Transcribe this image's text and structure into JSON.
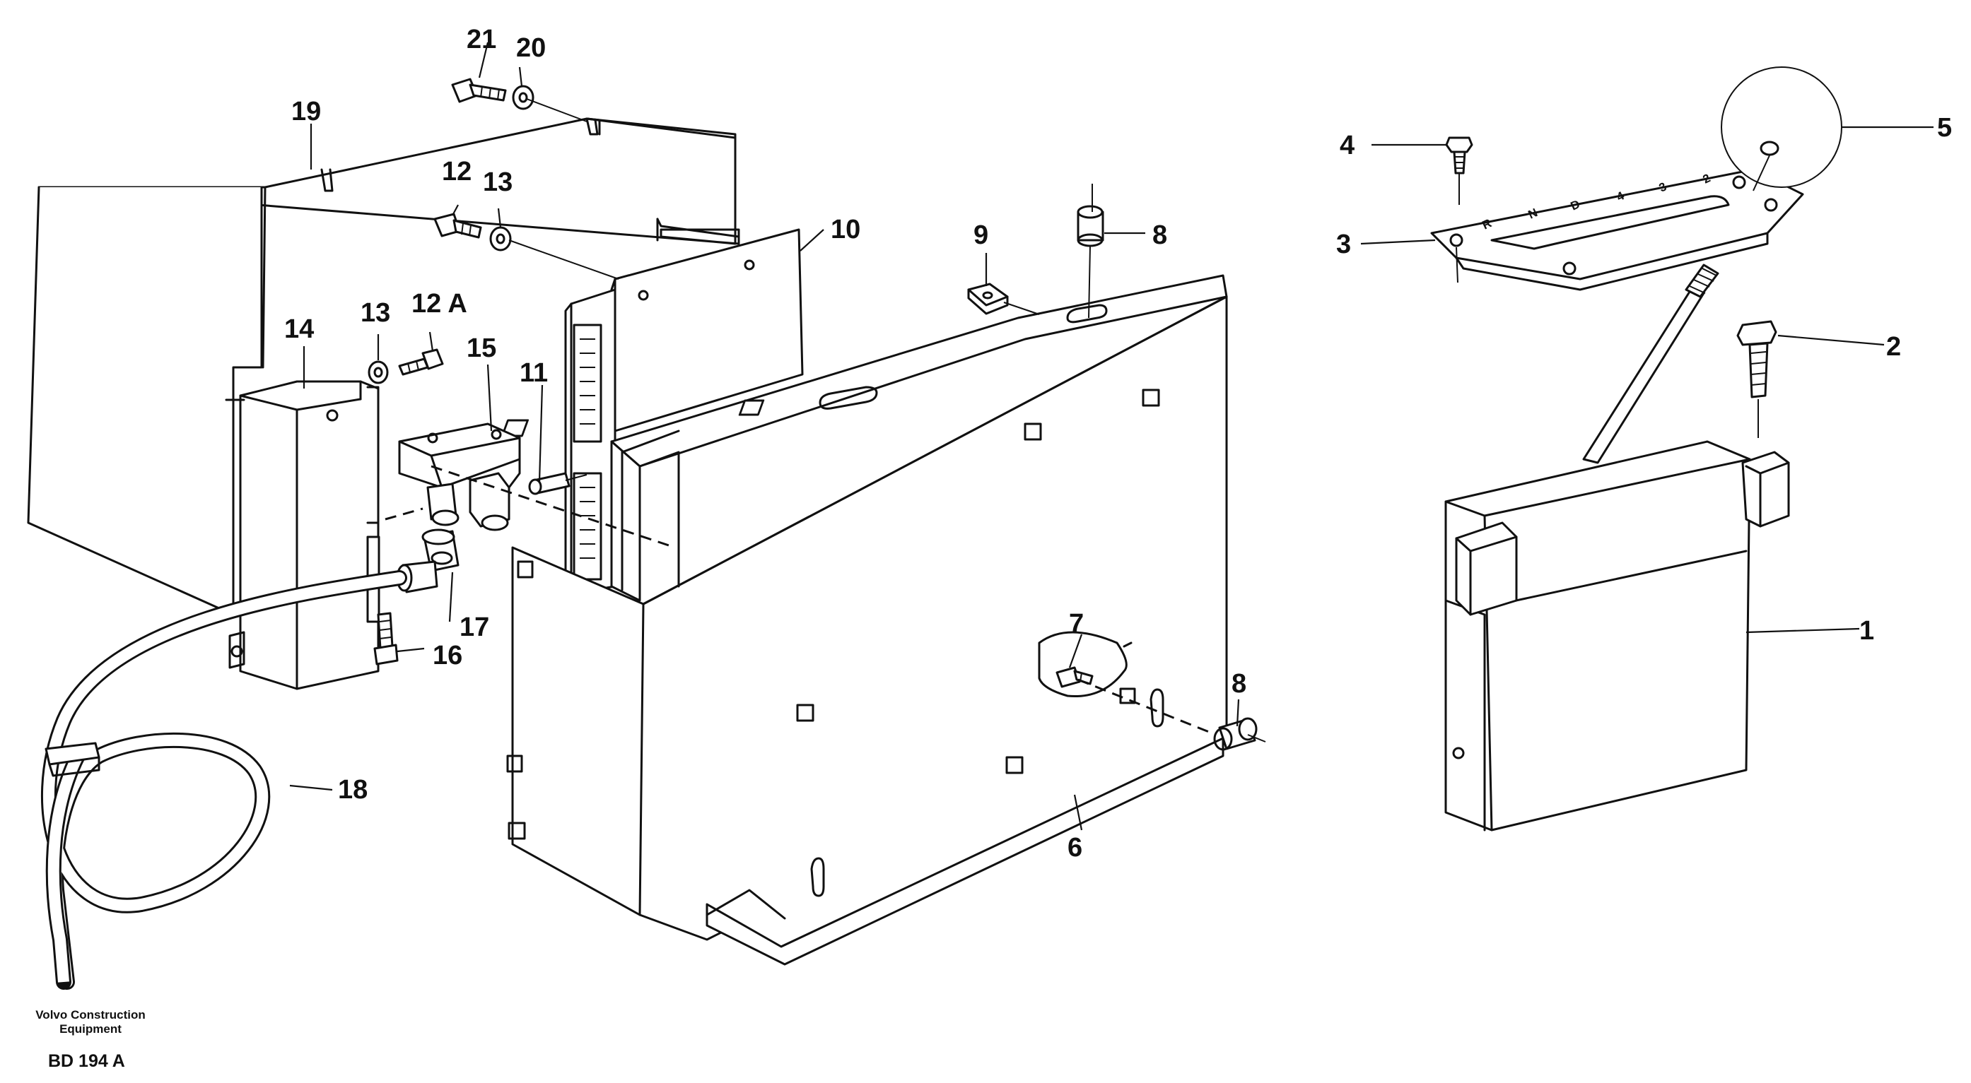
{
  "labels": {
    "l1": "1",
    "l2": "2",
    "l3": "3",
    "l4": "4",
    "l5": "5",
    "l6": "6",
    "l7": "7",
    "l8a": "8",
    "l8b": "8",
    "l9": "9",
    "l10": "10",
    "l11": "11",
    "l12": "12",
    "l12a": "12 A",
    "l13a": "13",
    "l13b": "13",
    "l14": "14",
    "l15": "15",
    "l16": "16",
    "l17": "17",
    "l18": "18",
    "l19": "19",
    "l20": "20",
    "l21": "21"
  },
  "footer": {
    "company_line1": "Volvo Construction",
    "company_line2": "Equipment",
    "drawing_ref": "BD 194 A"
  },
  "gear_plate_marks": [
    "R",
    "N",
    "D",
    "4",
    "3",
    "2"
  ]
}
